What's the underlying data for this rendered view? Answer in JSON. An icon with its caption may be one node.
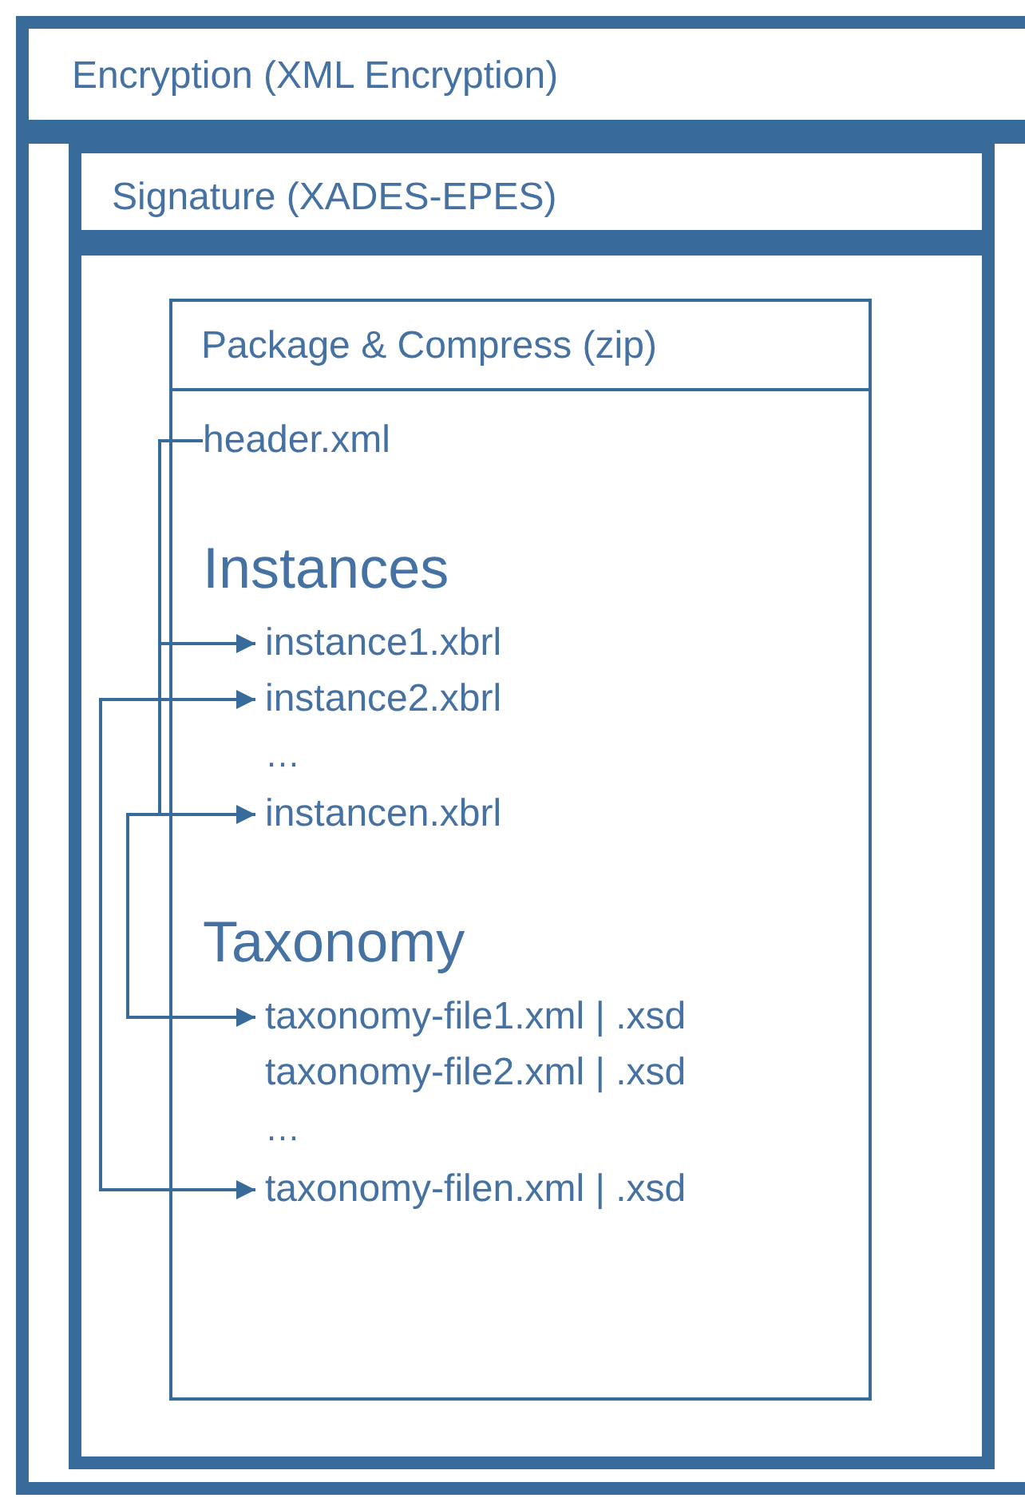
{
  "diagram": {
    "nodes": [
      {
        "text": [
          "Encryption (XML Encryption)"
        ]
      },
      {
        "text": [
          "Signature (XADES-EPES)"
        ],
        "in": 0
      },
      {
        "text": [
          "Package & Compress (zip)"
        ],
        "in": 1
      },
      {
        "text": [
          "header.xml"
        ],
        "in": 2
      },
      {
        "text": [
          "instance1.xbrl"
        ],
        "in": 2
      },
      {
        "text": [
          "instance2.xbrl"
        ],
        "in": 2
      },
      {
        "text": [
          "instancen.xbrl"
        ],
        "in": 2
      },
      {
        "text": [
          "taxonomy-file1.xml | .xsd"
        ],
        "in": 2
      },
      {
        "text": [
          "taxonomy-file2.xml | .xsd"
        ],
        "in": 2
      },
      {
        "text": [
          "taxonomy-filen.xml | .xsd"
        ],
        "in": 2
      }
    ],
    "edges": [
      {
        "from": 3,
        "to": 4,
        "arrow": "to"
      },
      {
        "from": 3,
        "to": 5,
        "arrow": "to"
      },
      {
        "from": 3,
        "to": 6,
        "arrow": "to"
      },
      {
        "from": 5,
        "to": 9,
        "arrow": "to"
      },
      {
        "from": 6,
        "to": 7,
        "arrow": "to"
      }
    ],
    "labels": [
      "Instances",
      "…",
      "Taxonomy",
      "…"
    ]
  }
}
